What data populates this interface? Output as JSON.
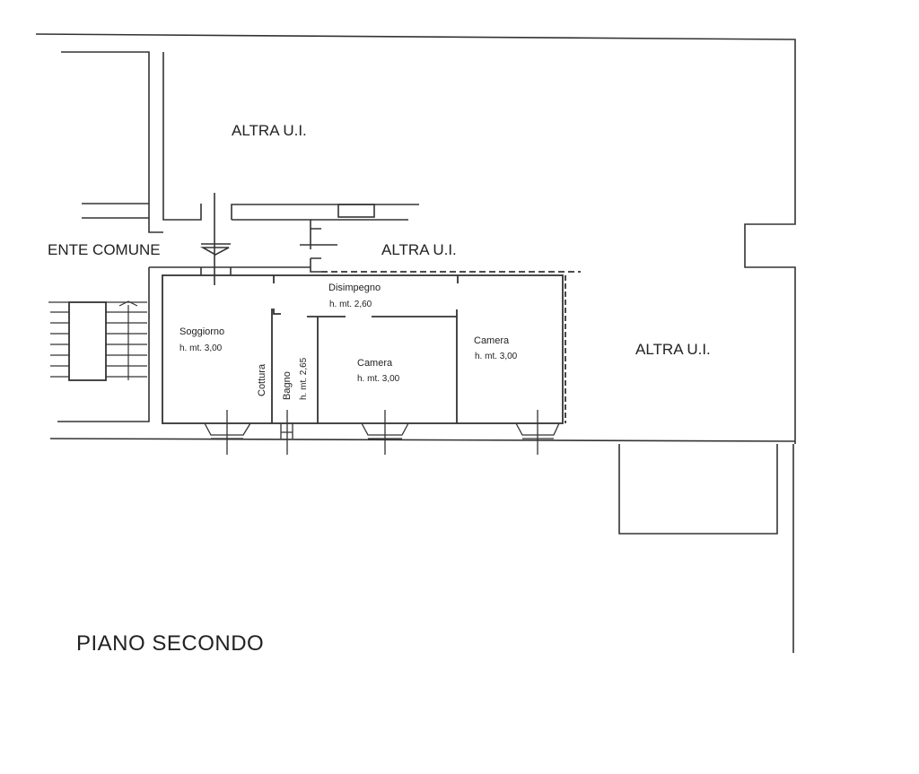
{
  "labels": {
    "altra_ui_top": "ALTRA U.I.",
    "altra_ui_middle": "ALTRA U.I.",
    "altra_ui_right": "ALTRA U.I.",
    "ente_comune": "ENTE COMUNE",
    "floor_title": "PIANO SECONDO"
  },
  "rooms": [
    {
      "name": "Disimpegno",
      "height": "h. mt. 2,60"
    },
    {
      "name": "Soggiorno",
      "height": "h. mt. 3,00"
    },
    {
      "name": "Cottura"
    },
    {
      "name": "Bagno",
      "height": "h. mt. 2,65"
    },
    {
      "name": "Camera",
      "height": "h. mt. 3,00"
    },
    {
      "name": "Camera",
      "height": "h. mt. 3,00"
    }
  ]
}
